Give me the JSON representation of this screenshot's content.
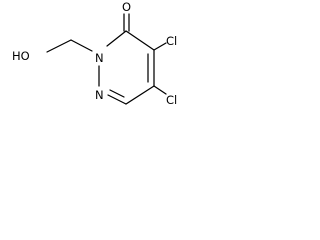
{
  "molecule": {
    "atoms": {
      "oxygen_carbonyl": "O",
      "nitrogen_2": "N",
      "nitrogen_1": "N",
      "chlorine_4": "Cl",
      "chlorine_5": "Cl",
      "hydroxyl": "HO"
    }
  }
}
